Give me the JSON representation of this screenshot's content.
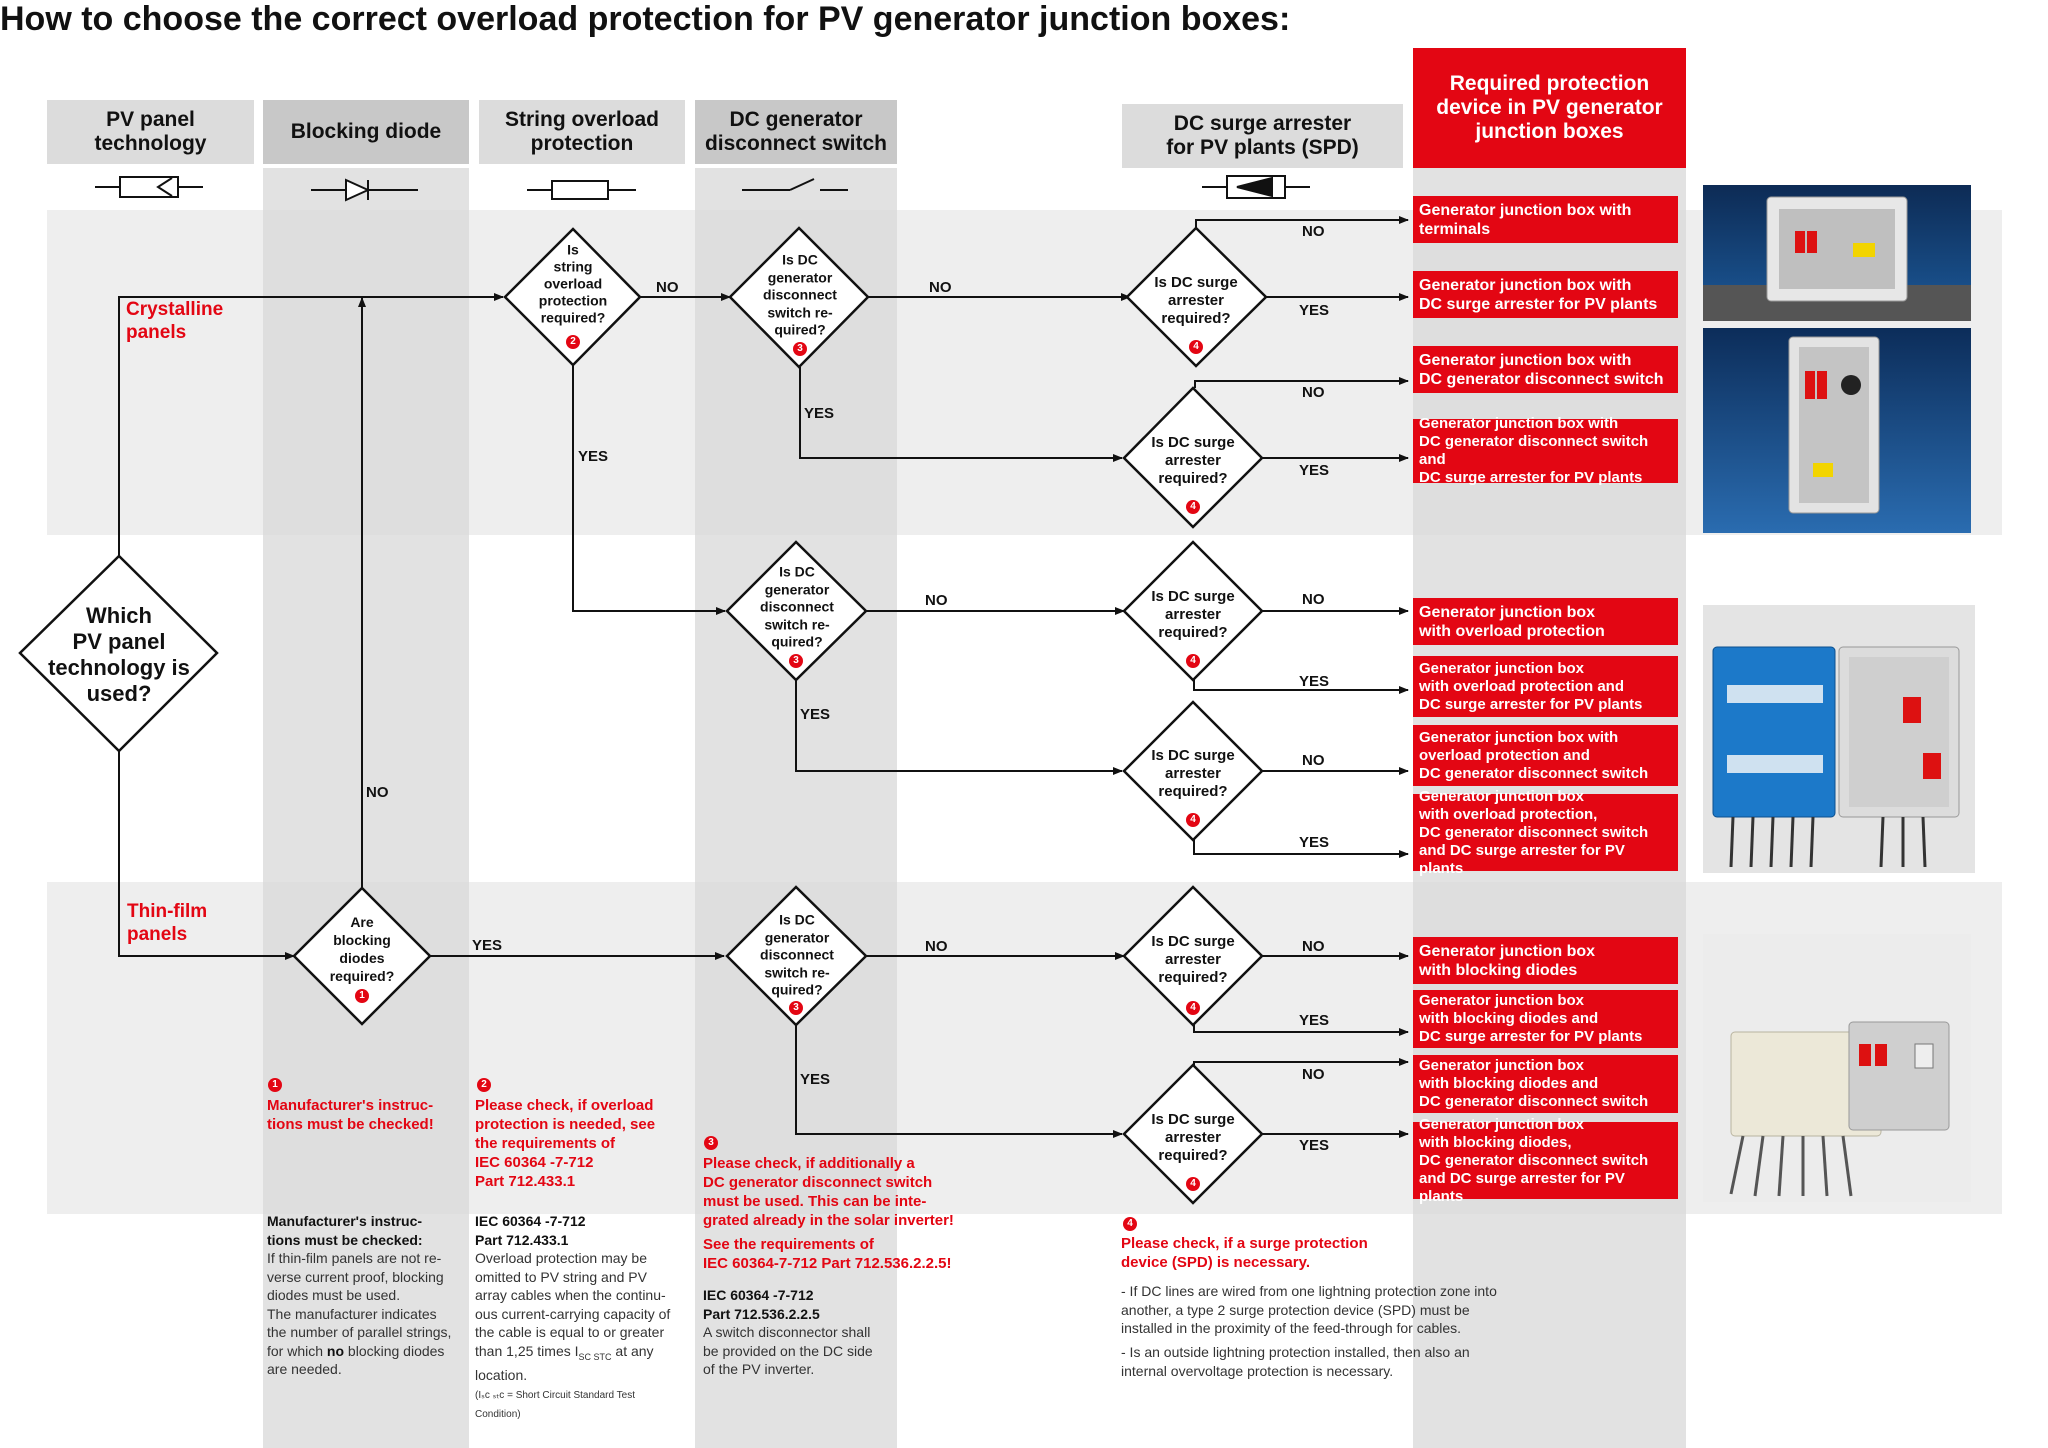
{
  "title": "How to choose the correct overload protection for PV generator junction boxes:",
  "headers": {
    "pv_panel": "PV panel\ntechnology",
    "blocking_diode": "Blocking diode",
    "string_overload": "String overload\nprotection",
    "dc_switch": "DC generator\ndisconnect switch",
    "spd": "DC surge arrester\nfor PV plants (SPD)",
    "required": "Required protection\ndevice in PV generator\njunction boxes"
  },
  "panels": {
    "crystalline": "Crystalline\npanels",
    "thin_film": "Thin-film\npanels"
  },
  "decisions": {
    "main": "Which\nPV panel\ntechnology is\nused?",
    "string": "Is\nstring\noverload\nprotection\nrequired?",
    "switch_top": "Is DC\ngenerator\ndisconnect\nswitch re-\nquired?",
    "switch_mid": "Is DC\ngenerator\ndisconnect\nswitch re-\nquired?",
    "switch_bot": "Is DC\ngenerator\ndisconnect\nswitch re-\nquired?",
    "blocking": "Are\nblocking\ndiodes\nrequired?",
    "spd": "Is DC surge\narrester\nrequired?"
  },
  "badges": {
    "n1": "1",
    "n2": "2",
    "n3": "3",
    "n4": "4"
  },
  "answers": {
    "yes": "YES",
    "no": "NO"
  },
  "outputs": [
    "Generator junction box with\nterminals",
    "Generator junction box with\nDC surge arrester for PV plants",
    "Generator junction box with\nDC generator disconnect switch",
    "Generator junction box with\nDC generator disconnect switch and\nDC surge arrester for PV plants",
    "Generator junction box\nwith overload protection",
    "Generator junction box\nwith overload protection and\nDC surge arrester for PV plants",
    "Generator junction box with\noverload protection and\nDC generator disconnect switch",
    "Generator junction box\nwith overload protection,\nDC generator disconnect switch\nand DC surge arrester for PV plants",
    "Generator junction box\nwith blocking diodes",
    "Generator junction box\nwith blocking diodes and\nDC surge arrester for PV plants",
    "Generator junction box\nwith blocking diodes and\nDC generator disconnect switch",
    "Generator junction box\nwith blocking diodes,\nDC generator disconnect switch\nand DC surge arrester for PV plants"
  ],
  "notes": {
    "n1_red": "Manufacturer's instruc-\ntions must be checked!",
    "n1_head": "Manufacturer's instruc-\ntions must be checked:",
    "n1_body_a": "If thin-film panels are not re-\nverse current proof, blocking\ndiodes must be used.\nThe manufacturer indicates\nthe number of parallel strings,\nfor which",
    "n1_bold": "no",
    "n1_body_b": "blocking diodes\nare needed.",
    "n2_red": "Please check, if overload\nprotection is needed, see\nthe requirements of\nIEC 60364 -7-712\nPart 712.433.1",
    "n2_head": "IEC 60364 -7-712\nPart 712.433.1",
    "n2_body": "Overload protection may be\nomitted to PV string and PV\narray cables when the continu-\nous current-carrying capacity of\nthe cable is equal to or greater\nthan 1,25 times I",
    "n2_sub": "SC STC",
    "n2_body_end": " at any\nlocation.",
    "n2_small": "(Iₛᴄ ₛₜᴄ = Short Circuit Standard Test\nCondition)",
    "n3_red": "Please check, if additionally a\nDC generator disconnect switch\nmust be used. This can be inte-\ngrated already in the solar inverter!",
    "n3_red2": "See the requirements of\nIEC 60364-7-712 Part 712.536.2.2.5!",
    "n3_head": "IEC 60364 -7-712\nPart 712.536.2.2.5",
    "n3_body": "A switch disconnector shall\nbe provided on the DC side\nof the PV inverter.",
    "n4_red": "Please check, if a surge protection\ndevice (SPD) is necessary.",
    "n4_body1": "- If DC lines are wired from one lightning protection zone into\n  another, a type 2 surge protection device (SPD) must be\n  installed in the proximity of the feed-through for cables.",
    "n4_body2": "- Is an outside lightning protection installed, then also an\n  internal overvoltage protection is necessary."
  },
  "colors": {
    "accent": "#e30613",
    "band": "#eeeeee",
    "column": "#d8d8d8"
  },
  "icons": [
    "resistor-icon",
    "diode-icon",
    "fuse-icon",
    "switch-icon",
    "surge-arrester-icon"
  ]
}
